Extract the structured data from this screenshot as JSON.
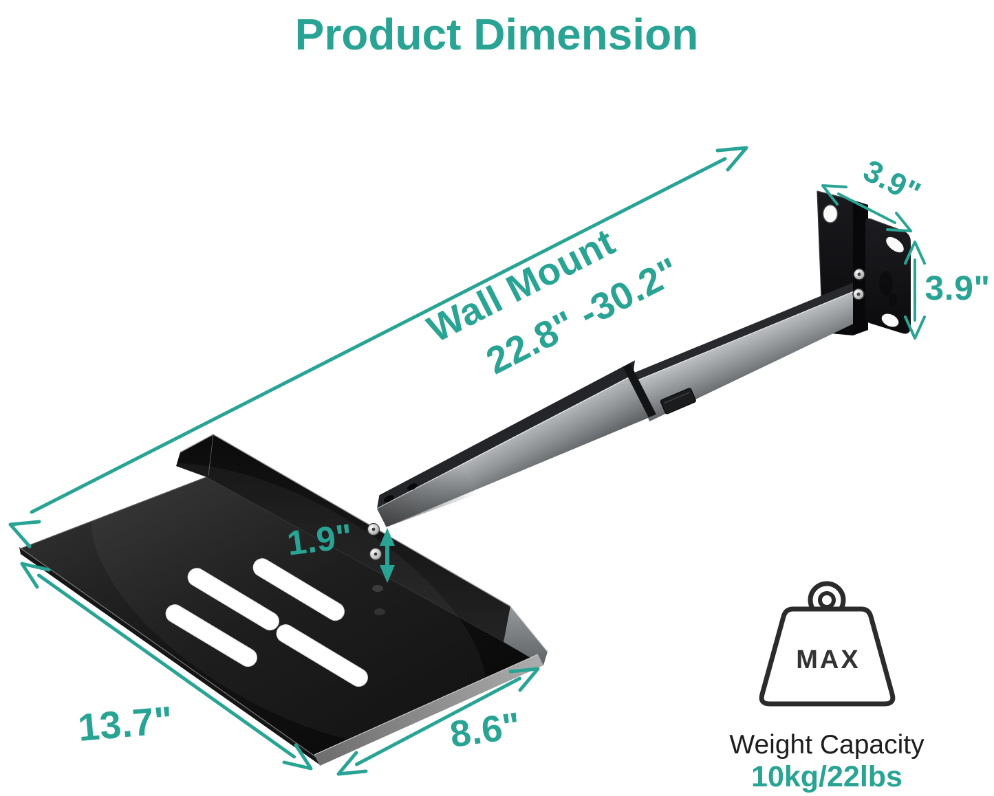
{
  "title": "Product Dimension",
  "colors": {
    "accent": "#29a494",
    "icon_outline": "#2b2b2b",
    "text_dark": "#1d1d1d"
  },
  "dimensions": {
    "arm_label": "Wall Mount",
    "arm_range": "22.8\" -30.2\"",
    "plate_width": "3.9\"",
    "plate_height": "3.9\"",
    "hole_spacing": "1.9\"",
    "shelf_length": "13.7\"",
    "shelf_depth": "8.6\""
  },
  "weight": {
    "max": "MAX",
    "label": "Weight Capacity",
    "value": "10kg/22lbs"
  }
}
